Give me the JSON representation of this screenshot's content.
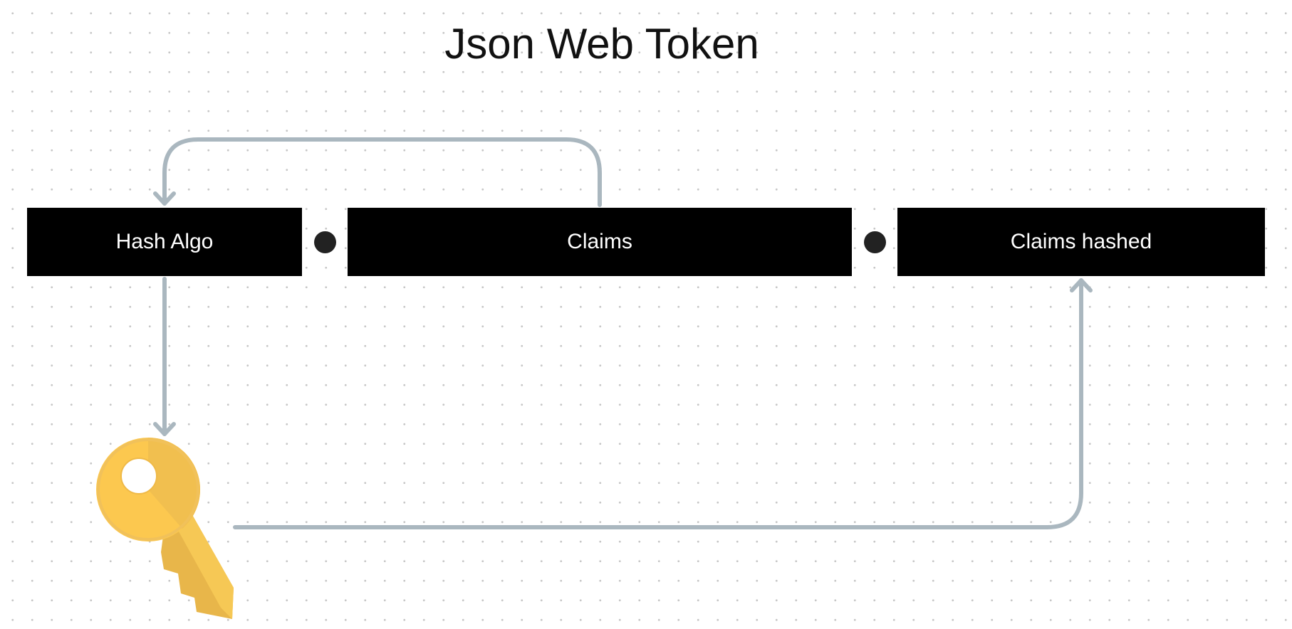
{
  "diagram": {
    "title": "Json Web Token",
    "segments": [
      {
        "label": "Hash Algo"
      },
      {
        "label": "Claims"
      },
      {
        "label": "Claims hashed"
      }
    ],
    "separator_icon": "dot-icon",
    "key_icon": "key-icon",
    "colors": {
      "box_fill": "#000000",
      "box_text": "#ffffff",
      "connector": "#aab7bf",
      "key": "#fcc84f"
    }
  }
}
